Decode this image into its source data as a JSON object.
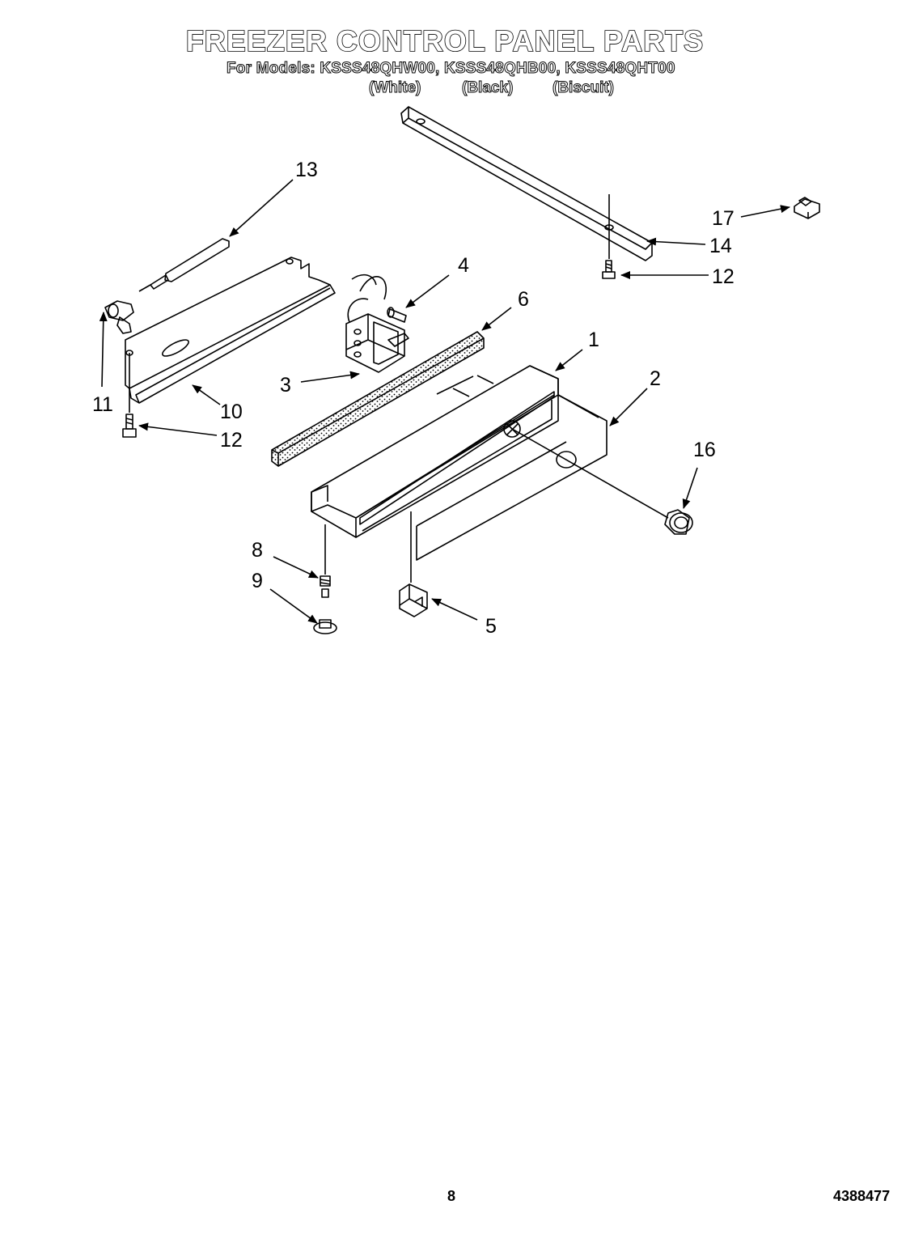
{
  "header": {
    "title": "FREEZER CONTROL PANEL PARTS",
    "models_line": "For Models: KSSS48QHW00, KSSS48QHB00, KSSS48QHT00",
    "color_labels": [
      "(White)",
      "(Black)",
      "(Biscuit)"
    ]
  },
  "diagram": {
    "callouts": {
      "c1": "1",
      "c2": "2",
      "c3": "3",
      "c4": "4",
      "c5": "5",
      "c6": "6",
      "c8": "8",
      "c9": "9",
      "c10": "10",
      "c11": "11",
      "c12a": "12",
      "c12b": "12",
      "c13": "13",
      "c14": "14",
      "c16": "16",
      "c17": "17"
    }
  },
  "footer": {
    "page_number": "8",
    "document_number": "4388477"
  }
}
